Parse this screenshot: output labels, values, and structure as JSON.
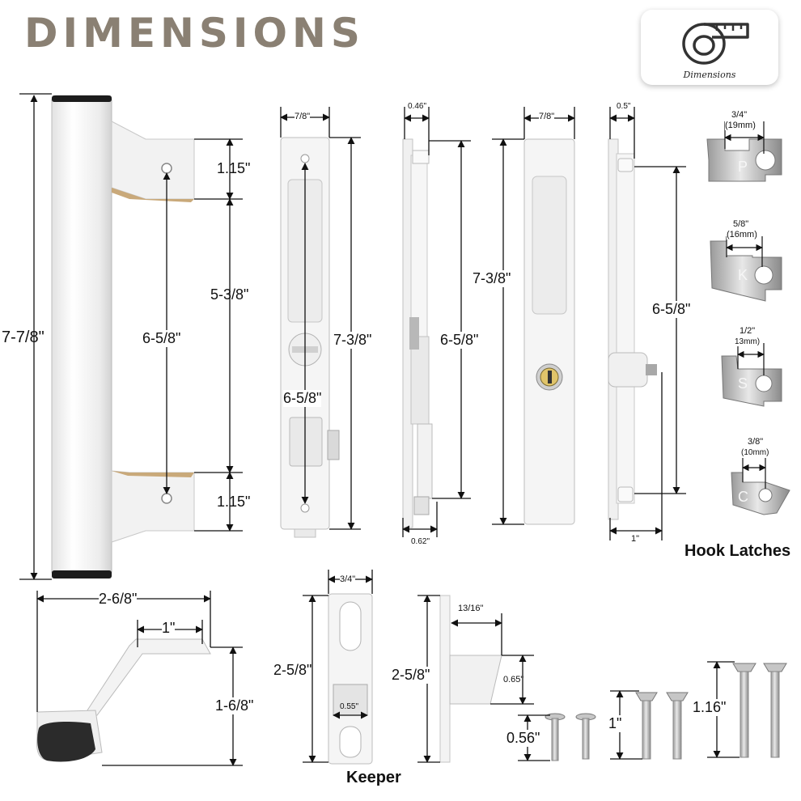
{
  "title": "DIMENSIONS",
  "badge": {
    "label": "Dimensions",
    "icon": "tape-measure-icon"
  },
  "handle": {
    "overall": "7-7/8\"",
    "top_gap": "1.15\"",
    "middle": "5-3/8\"",
    "bottom_gap": "1.15\"",
    "hole_spacing": "6-5/8\""
  },
  "front_plate": {
    "width": "7/8\"",
    "height": "7-3/8\"",
    "hole_spacing": "6-5/8\""
  },
  "side_plate": {
    "depth_top": "0.46\"",
    "depth_bottom": "0.62\"",
    "hole_spacing": "6-5/8\""
  },
  "key_plate": {
    "width": "7/8\"",
    "height": "7-3/8\""
  },
  "key_side": {
    "depth_top": "0.5\"",
    "depth_bottom": "1\"",
    "hole_spacing": "6-5/8\""
  },
  "hook_latches": {
    "title": "Hook Latches",
    "items": [
      {
        "size": "3/4\"",
        "metric": "(19mm)",
        "letter": "P"
      },
      {
        "size": "5/8\"",
        "metric": "(16mm)",
        "letter": "K"
      },
      {
        "size": "1/2\"",
        "metric": "13mm)",
        "letter": "S"
      },
      {
        "size": "3/8\"",
        "metric": "(10mm)",
        "letter": "C"
      }
    ]
  },
  "handle_side": {
    "overall_width": "2-6/8\"",
    "grip_width": "1\"",
    "height": "1-6/8\""
  },
  "keeper": {
    "title": "Keeper",
    "width": "3/4\"",
    "height": "2-5/8\"",
    "slot": "0.55\""
  },
  "keeper_side": {
    "height": "2-5/8\"",
    "depth": "13/16\"",
    "lip": "0.65\""
  },
  "screws": {
    "small": "0.56\"",
    "medium": "1\"",
    "large": "1.16\""
  },
  "colors": {
    "title": "#8a8073",
    "line": "#111111",
    "part": "#f4f4f4",
    "metal": "#c9c9c9",
    "rubber": "#2b2b2b"
  }
}
